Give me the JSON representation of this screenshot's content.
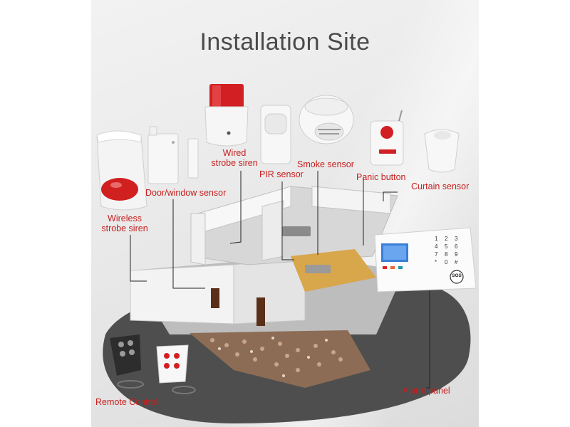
{
  "title": "Installation Site",
  "labels": {
    "wired_siren": [
      "Wired",
      "strobe  siren"
    ],
    "pir_sensor": "PIR sensor",
    "smoke_sensor": "Smoke sensor",
    "panic_button": "Panic button",
    "curtain_sensor": "Curtain sensor",
    "door_window_sensor": "Door/window sensor",
    "wireless_siren": [
      "Wireless",
      "strobe  siren"
    ],
    "remote_control": "Remote Control",
    "alarm_panel": "Alarm panel"
  },
  "panel": {
    "keys": [
      "1",
      "2",
      "3",
      "4",
      "5",
      "6",
      "7",
      "8",
      "9",
      "*",
      "0",
      "#"
    ],
    "sos": "SOS"
  },
  "colors": {
    "label": "#c81f1f",
    "siren_red": "#d0201f",
    "panel_screen": "#3a7fd6"
  }
}
